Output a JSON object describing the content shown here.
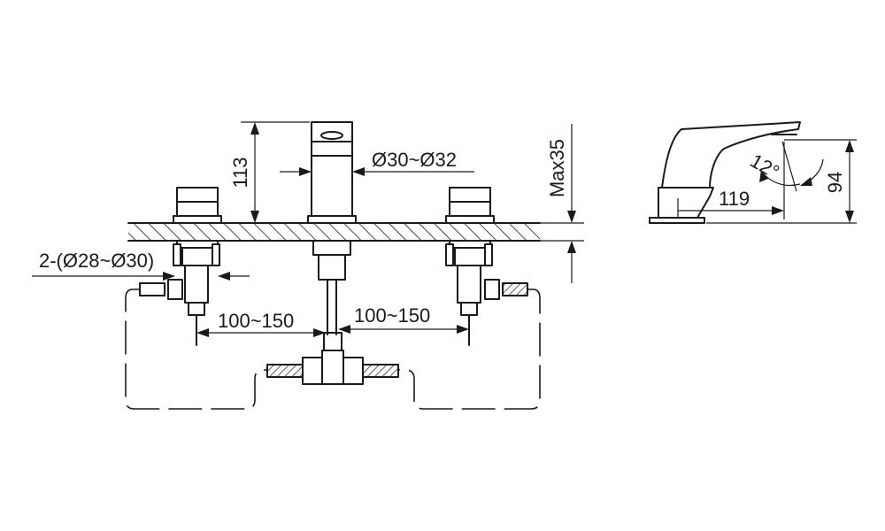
{
  "dimensions": {
    "spout_height": "113",
    "spout_diameter": "Ø30~Ø32",
    "max_deck_thickness": "Max35",
    "handle_hole_diameter": "2-(Ø28~Ø30)",
    "left_spacing": "100~150",
    "right_spacing": "100~150",
    "side_angle": "12°",
    "side_reach": "119",
    "side_height": "94"
  }
}
